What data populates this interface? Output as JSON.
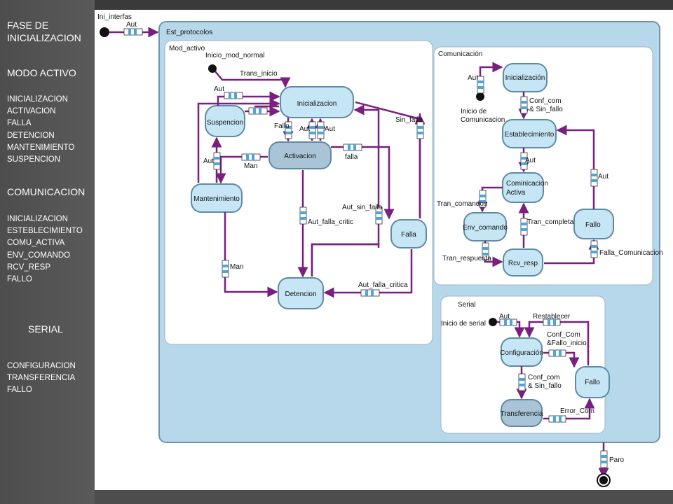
{
  "sidebar": {
    "title": "FASE DE INICIALIZACION",
    "modo_title": "MODO ACTIVO",
    "modo_items": [
      "INICIALIZACION",
      "ACTIVACION",
      "FALLA",
      "DETENCION",
      "MANTENIMIENTO",
      "SUSPENCION"
    ],
    "com_title": "COMUNICACION",
    "com_items": [
      "INICIALIZACION",
      "ESTEBLECIMIENTO",
      "COMU_ACTIVA",
      "ENV_COMANDO",
      "RCV_RESP",
      "FALLO"
    ],
    "serial_title": "SERIAL",
    "serial_items": [
      "CONFIGURACION",
      "TRANSFERENCIA",
      "FALLO"
    ]
  },
  "diagram": {
    "top_label": "Ini_interfas",
    "aut_top": "Aut",
    "est_protocolos": "Est_protocolos",
    "paro": "Paro",
    "mod_activo": {
      "title": "Mod_activo",
      "inicio": "Inicio_mod_normal",
      "trans_inicio": "Trans_inicio",
      "states": {
        "inicializacion": "Inicializacion",
        "suspencion": "Suspencion",
        "activacion": "Activacion",
        "mantenimiento": "Mantenimiento",
        "falla": "Falla",
        "detencion": "Detencion"
      },
      "labels": {
        "aut1": "Aut",
        "fallo": "Fallo",
        "aut2": "Aut",
        "aut3": "Aut",
        "sin_falla": "Sin_falla",
        "aut4": "Aut",
        "man1": "Man",
        "falla": "falla",
        "aut_sin_falla": "Aut_sin_falla",
        "aut_falla_critic": "Aut_falla_critic",
        "man2": "Man",
        "aut_falla_critica": "Aut_falla_critica"
      }
    },
    "comunicacion": {
      "title": "Comunicación",
      "aut": "Aut",
      "inicio_line1": "Inicio de",
      "inicio_line2": "Comunicacion",
      "states": {
        "inicializacion": "Inicialización",
        "establecimiento": "Establecimiento",
        "activa_line1": "Cominicacion",
        "activa_line2": "Activa",
        "env_comando": "Env_comando",
        "fallo": "Fallo",
        "rcv_resp": "Rcv_resp"
      },
      "labels": {
        "conf_com": "Conf_com",
        "sin_fallo": "& Sin_fallo",
        "aut1": "Aut",
        "aut2": "Aut",
        "tran_comandos": "Tran_comandos",
        "tran_completa": "Tran_completa",
        "tran_respuesta": "Tran_respuesta",
        "falla_comunicacion": "Falla_Comunicacion"
      }
    },
    "serial": {
      "title": "Serial",
      "inicio": "Inicio de serial",
      "aut": "Aut",
      "restablecer": "Restablecer",
      "conf_com_fallo_1": "Conf_Com",
      "conf_com_fallo_2": "&Fallo_inicio",
      "conf_com_sin_1": "Conf_com",
      "conf_com_sin_2": "& Sin_fallo",
      "error_com": "Error_Com",
      "states": {
        "configuracion": "Configuración",
        "fallo": "Fallo",
        "transferencia": "Transferencia"
      }
    }
  },
  "colors": {
    "arrow": "#7a1f7f",
    "state_fill": "#c6e6f6",
    "state_active": "#a9c4d6",
    "outer_frame": "#b7d8ea"
  }
}
